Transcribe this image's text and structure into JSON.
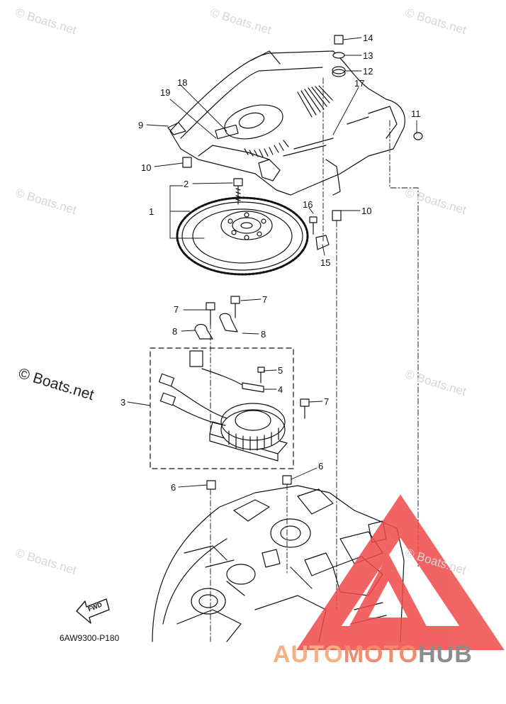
{
  "watermark": {
    "small_text": "© Boats.net",
    "large_text": "© Boats.net"
  },
  "diagram_code": "6AW9300-P180",
  "fwd_label": "FWD",
  "logo": {
    "part1": "AUTO",
    "part2": "MOTO",
    "part3": "HUB",
    "colors": {
      "red": "#f04a4a",
      "peach": "#f5b183",
      "coral": "#f08b6e",
      "gray": "#8c8c8c"
    }
  },
  "callouts": {
    "c1": "1",
    "c2": "2",
    "c3": "3",
    "c4": "4",
    "c5": "5",
    "c6a": "6",
    "c6b": "6",
    "c7a": "7",
    "c7b": "7",
    "c7c": "7",
    "c8a": "8",
    "c8b": "8",
    "c9": "9",
    "c10a": "10",
    "c10b": "10",
    "c11": "11",
    "c12": "12",
    "c13": "13",
    "c14": "14",
    "c15": "15",
    "c16": "16",
    "c17": "17",
    "c18": "18",
    "c19": "19"
  }
}
